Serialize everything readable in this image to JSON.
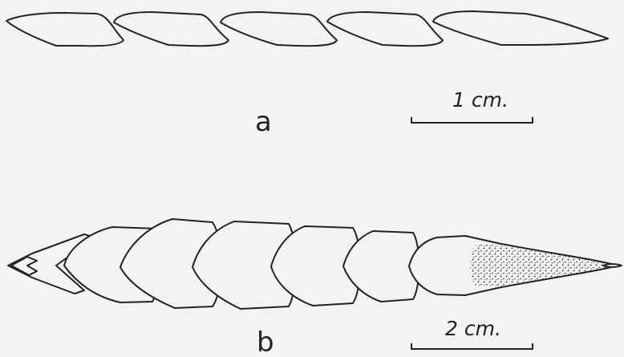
{
  "figure": {
    "panel_a": {
      "label": "a",
      "scale_bar": {
        "label": "1 cm."
      },
      "scale_count": 5
    },
    "panel_b": {
      "label": "b",
      "scale_bar": {
        "label": "2 cm."
      },
      "segment_count": 7,
      "stippled_tip": true
    },
    "colors": {
      "ink": "#222222",
      "background": "#f4f4ef"
    }
  }
}
